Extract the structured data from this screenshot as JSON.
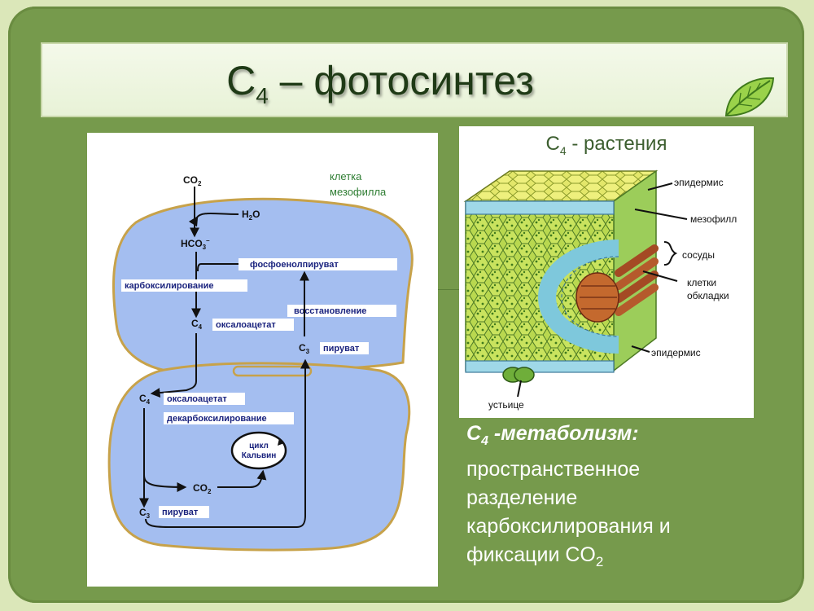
{
  "slide": {
    "title_main": "C",
    "title_sub": "4",
    "title_rest": " – фотосинтез"
  },
  "right_panel": {
    "title_main": "C",
    "title_sub": "4",
    "title_rest": " - растения",
    "labels": {
      "epidermis_top": "эпидермис",
      "mesophyll": "мезофилл",
      "vessels": "сосуды",
      "sheath_1": "клетки",
      "sheath_2": "обкладки",
      "epidermis_bottom": "эпидермис",
      "stomata": "устьице"
    }
  },
  "left_diagram": {
    "cell_label_1": "клетка",
    "cell_label_2": "мезофилла",
    "co2_top": "CO",
    "co2_top_sub": "2",
    "h2o": "H",
    "h2o_sub": "2",
    "h2o_tail": "O",
    "hco3": "HCO",
    "hco3_sub": "3",
    "hco3_sup": "–",
    "pep": "фосфоенолпируват",
    "carboxylation": "карбоксилирование",
    "reduction": "восстановление",
    "c4_a": "C",
    "c4_a_sub": "4",
    "oxaloacetate_1": "оксалоацетат",
    "c3_a": "C",
    "c3_a_sub": "3",
    "pyruvate_1": "пируват",
    "c4_b": "C",
    "c4_b_sub": "4",
    "oxaloacetate_2": "оксалоацетат",
    "decarboxylation": "декарбоксилирование",
    "calvin_1": "цикл",
    "calvin_2": "Кальвин",
    "co2_mid": "CO",
    "co2_mid_sub": "2",
    "c3_b": "C",
    "c3_b_sub": "3",
    "pyruvate_2": "пируват"
  },
  "description": {
    "head_main": "C",
    "head_sub": "4",
    "head_rest": " -метаболизм:",
    "line1": "пространственное",
    "line2": "разделение",
    "line3": "карбоксилирования и",
    "line4_main": "фиксации CO",
    "line4_sub": "2"
  }
}
